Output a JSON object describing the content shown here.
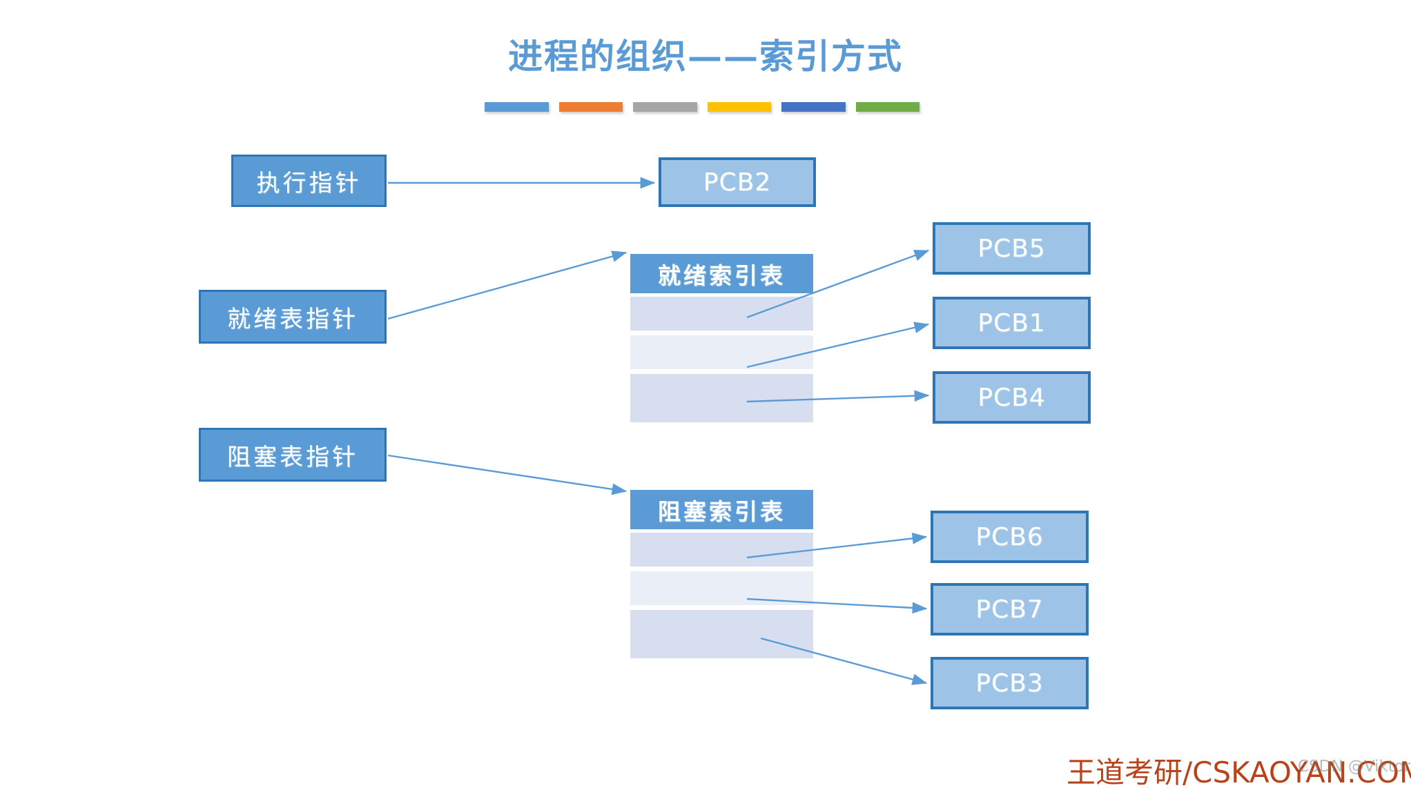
{
  "slide": {
    "title": "进程的组织——索引方式",
    "title_color": "#5B9BD5",
    "background": "#FFFFFF"
  },
  "accent_bars": [
    {
      "name": "bar-blue-light",
      "color": "#5B9BD5"
    },
    {
      "name": "bar-orange",
      "color": "#ED7D31"
    },
    {
      "name": "bar-gray",
      "color": "#A5A5A5"
    },
    {
      "name": "bar-yellow",
      "color": "#FFC000"
    },
    {
      "name": "bar-blue-dark",
      "color": "#4472C4"
    },
    {
      "name": "bar-green",
      "color": "#70AD47"
    }
  ],
  "pointers": [
    {
      "id": "exec-pointer",
      "label": "执行指针"
    },
    {
      "id": "ready-pointer",
      "label": "就绪表指针"
    },
    {
      "id": "blocked-pointer",
      "label": "阻塞表指针"
    }
  ],
  "running_pcb": {
    "id": "pcb2",
    "label": "PCB2"
  },
  "tables": [
    {
      "id": "ready-index-table",
      "header": "就绪索引表",
      "rows": [
        "",
        "",
        ""
      ],
      "targets": [
        "PCB5",
        "PCB1",
        "PCB4"
      ]
    },
    {
      "id": "blocked-index-table",
      "header": "阻塞索引表",
      "rows": [
        "",
        "",
        ""
      ],
      "targets": [
        "PCB6",
        "PCB7",
        "PCB3"
      ]
    }
  ],
  "pcb_blocks": [
    {
      "id": "pcb5",
      "label": "PCB5"
    },
    {
      "id": "pcb1",
      "label": "PCB1"
    },
    {
      "id": "pcb4",
      "label": "PCB4"
    },
    {
      "id": "pcb6",
      "label": "PCB6"
    },
    {
      "id": "pcb7",
      "label": "PCB7"
    },
    {
      "id": "pcb3",
      "label": "PCB3"
    }
  ],
  "colors": {
    "pointer_fill": "#5B9BD5",
    "pointer_border": "#2E75B6",
    "pcb_fill": "#9DC3E6",
    "pcb_border": "#2E75B6",
    "table_header": "#5B9BD5",
    "table_row_a": "#D6DEEF",
    "table_row_b": "#EAEFF7",
    "connector": "#5B9BD5",
    "brand": "#B8431A"
  },
  "footer": {
    "brand": "王道考研/CSKAOYAN.COM",
    "watermark": "CSDN @Viktoriae"
  }
}
